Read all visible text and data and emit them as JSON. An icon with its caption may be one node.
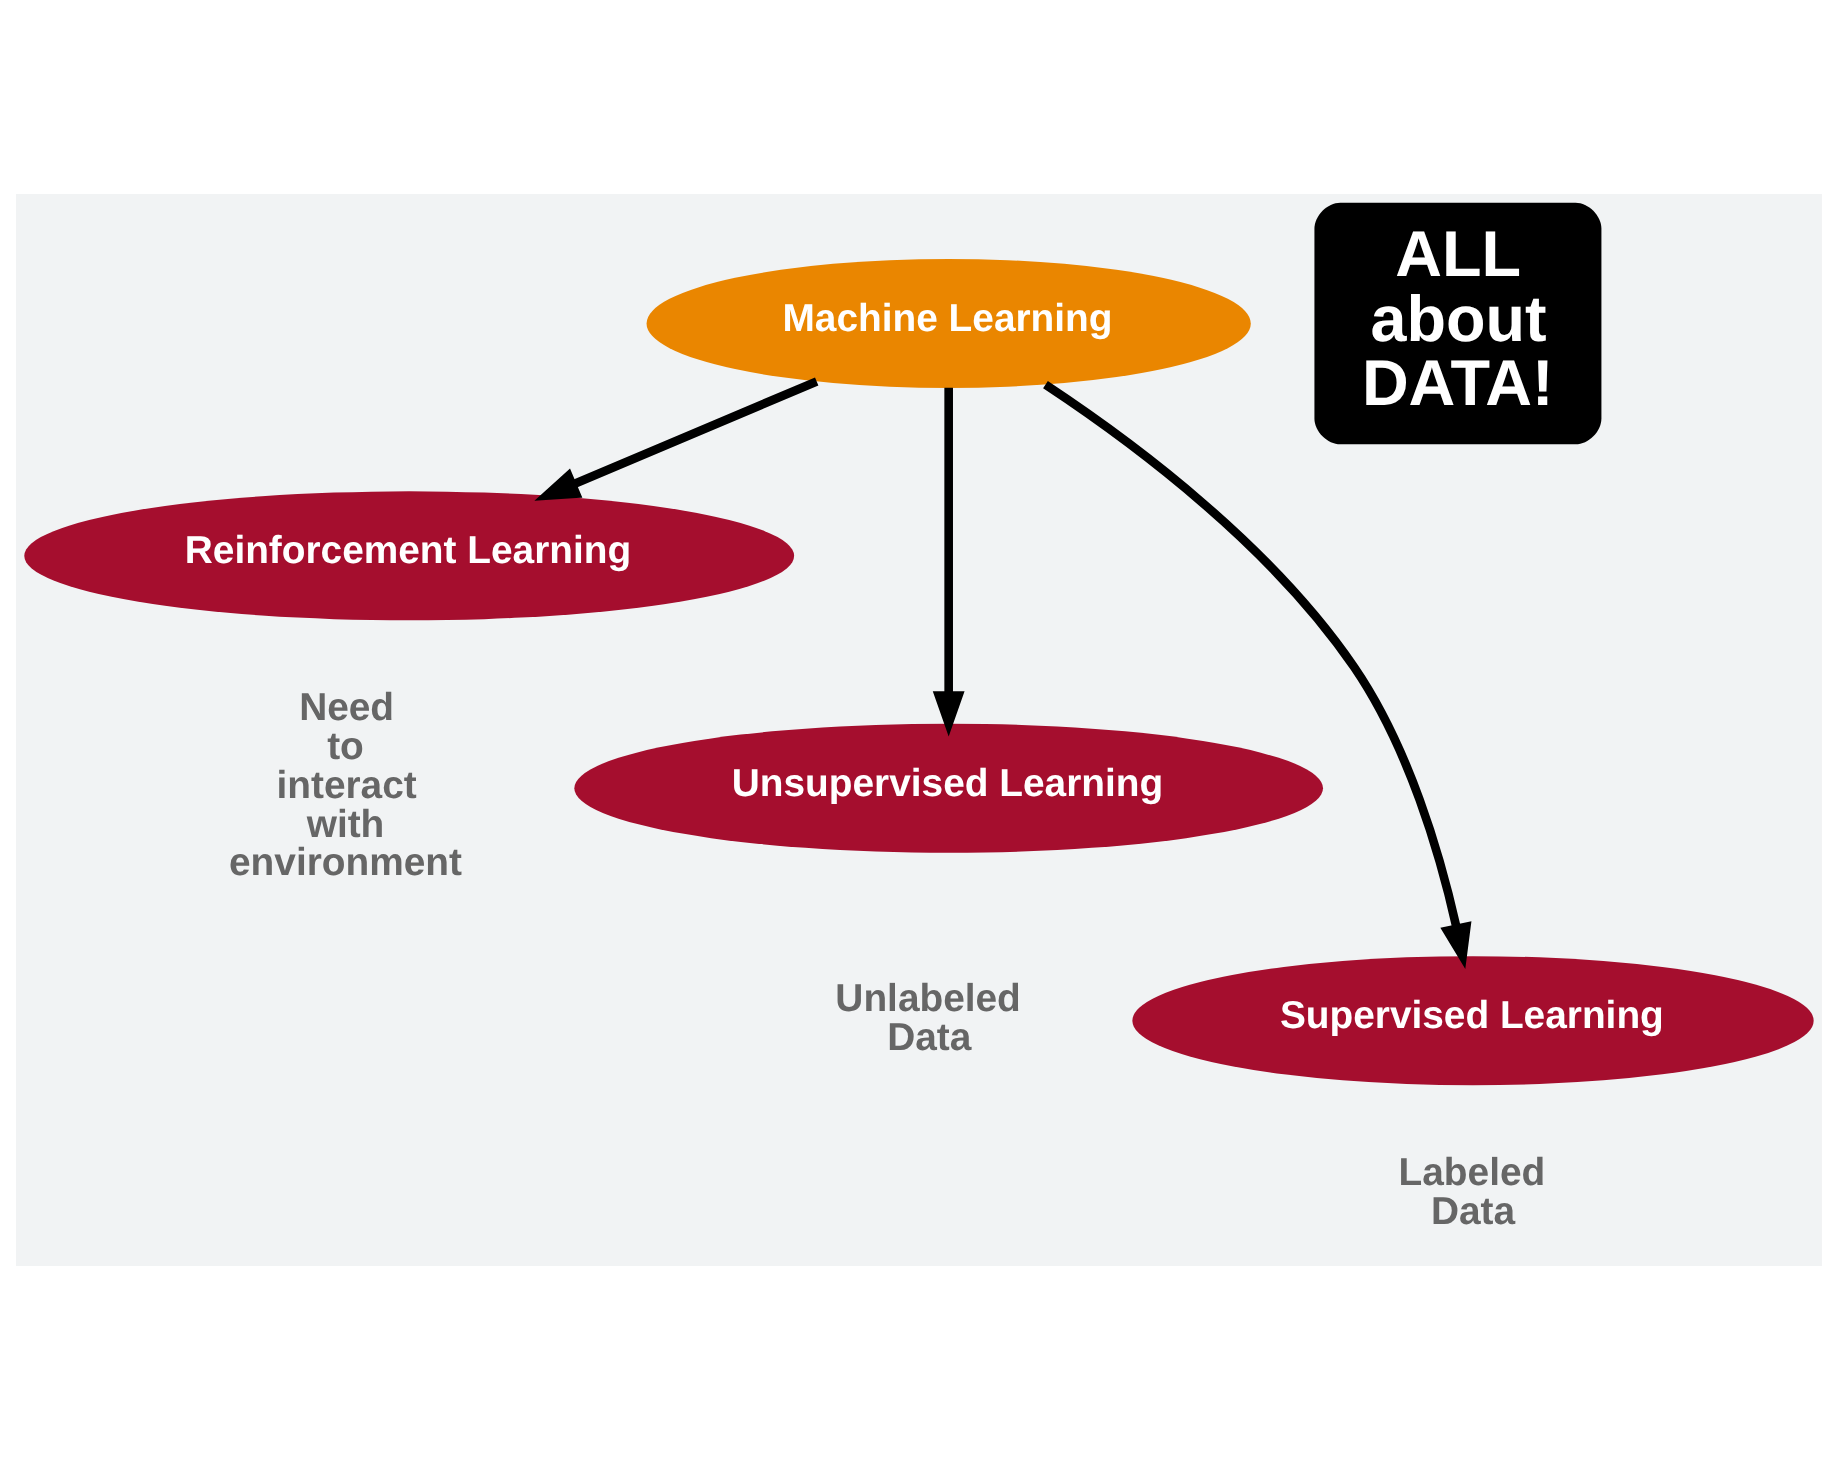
{
  "diagram": {
    "nodes": [
      {
        "text": [
          "Machine Learning"
        ]
      },
      {
        "text": [
          "Reinforcement Learning"
        ],
        "beside": [
          "Need to interact with environment"
        ]
      },
      {
        "text": [
          "Unsupervised Learning"
        ],
        "beside": [
          "Unlabeled Data"
        ]
      },
      {
        "text": [
          "Supervised Learning"
        ],
        "beside": [
          "Labeled Data"
        ]
      },
      {
        "text": [
          "ALL about DATA!"
        ]
      }
    ],
    "edges": [
      {
        "from": 0,
        "to": 1,
        "arrow": "to"
      },
      {
        "from": 0,
        "to": 2,
        "arrow": "to"
      },
      {
        "from": 0,
        "to": 3,
        "arrow": "to"
      }
    ]
  }
}
